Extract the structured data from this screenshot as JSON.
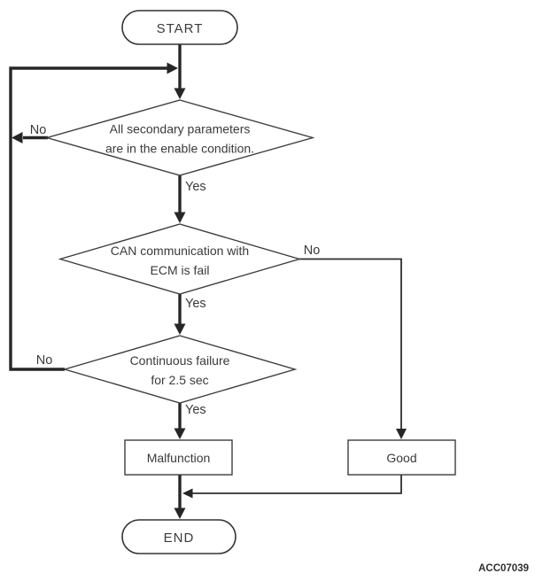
{
  "diagram": {
    "type": "flowchart",
    "figure_code": "ACC07039",
    "start_label": "START",
    "end_label": "END",
    "decisions": [
      {
        "text": [
          "All secondary parameters",
          "are in the enable condition."
        ],
        "yes_label": "Yes",
        "no_label": "No"
      },
      {
        "text": [
          "CAN communication with",
          "ECM is fail"
        ],
        "yes_label": "Yes",
        "no_label": "No"
      },
      {
        "text": [
          "Continuous failure",
          "for 2.5 sec"
        ],
        "yes_label": "Yes",
        "no_label": "No"
      }
    ],
    "outcomes": {
      "malfunction_label": "Malfunction",
      "good_label": "Good"
    },
    "edges": [
      {
        "from": "start",
        "to": "decision-1"
      },
      {
        "from": "decision-1",
        "label": "No",
        "to": "decision-1-input-loop"
      },
      {
        "from": "decision-1",
        "label": "Yes",
        "to": "decision-2"
      },
      {
        "from": "decision-2",
        "label": "No",
        "to": "good"
      },
      {
        "from": "decision-2",
        "label": "Yes",
        "to": "decision-3"
      },
      {
        "from": "decision-3",
        "label": "No",
        "to": "decision-1-input-loop"
      },
      {
        "from": "decision-3",
        "label": "Yes",
        "to": "malfunction"
      },
      {
        "from": "malfunction",
        "to": "end"
      },
      {
        "from": "good",
        "to": "end"
      }
    ],
    "colors": {
      "line": "#262626",
      "node_border": "#3d3d3d",
      "text": "#3a3a3a",
      "background": "#ffffff"
    }
  }
}
